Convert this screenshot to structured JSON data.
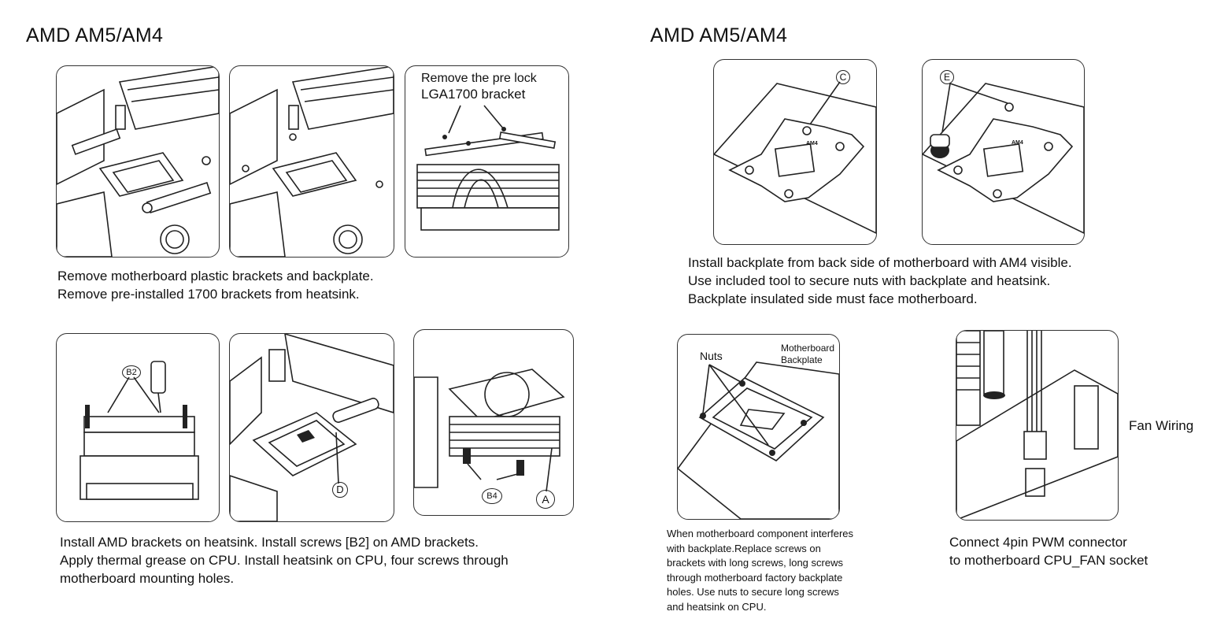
{
  "left": {
    "title": "AMD AM5/AM4",
    "step1": {
      "lines": [
        "Remove motherboard plastic brackets and backplate.",
        "Remove pre-installed 1700 brackets from heatsink."
      ],
      "panel3_label": [
        "Remove the pre lock",
        "LGA1700 bracket"
      ]
    },
    "step2": {
      "lines": [
        "Install AMD brackets on heatsink. Install screws [B2] on AMD brackets.",
        "Apply thermal grease on CPU. Install heatsink on CPU, four screws through",
        "motherboard mounting holes."
      ],
      "callout_b2": "B2",
      "callout_d": "D",
      "callout_b4": "B4",
      "callout_a": "A"
    }
  },
  "right": {
    "title": "AMD AM5/AM4",
    "step1": {
      "lines": [
        "Install backplate from back side of motherboard with AM4 visible.",
        "Use included tool to secure nuts with backplate and heatsink.",
        "Backplate insulated side must face motherboard."
      ],
      "callout_c": "C",
      "callout_e": "E",
      "plate_text": "AM4"
    },
    "step2": {
      "nuts_label": "Nuts",
      "backplate_label": [
        "Motherboard",
        "Backplate"
      ],
      "note_lines": [
        "When motherboard component interferes",
        "with backplate.Replace screws on",
        "brackets with long screws, long screws",
        "through motherboard factory backplate",
        "holes. Use nuts to secure long screws",
        "and heatsink on CPU."
      ],
      "fan_label": "Fan Wiring",
      "fan_lines": [
        "Connect 4pin PWM connector",
        "to motherboard CPU_FAN socket"
      ]
    }
  }
}
